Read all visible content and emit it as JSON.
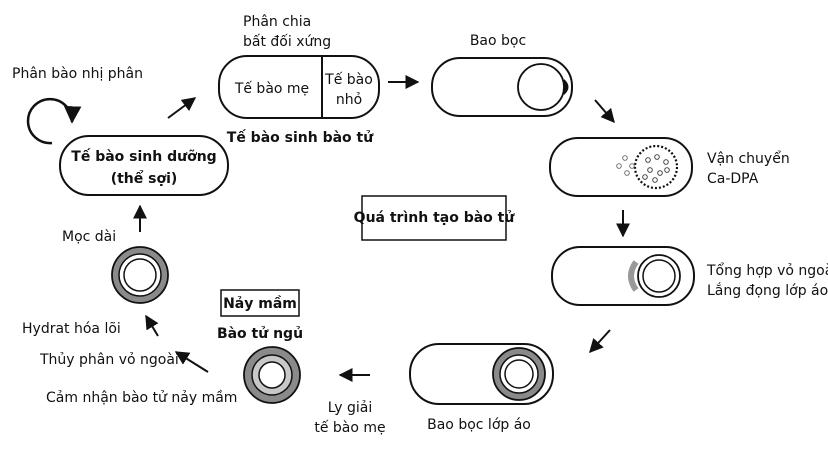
{
  "center_label": "Quá trình tạo bào tử",
  "stages": {
    "vegetative_cell": {
      "line1": "Tế bào sinh dưỡng",
      "line2": "(thể sợi)"
    },
    "binary_fission": "Phân bào nhị phân",
    "asymmetric_division": {
      "line1": "Phân chia",
      "line2": "bất đối xứng"
    },
    "mother_cell": "Tế bào mẹ",
    "small_cell": {
      "line1": "Tế bào",
      "line2": "nhỏ"
    },
    "sporangium": "Tế bào sinh bào tử",
    "engulfment": "Bao bọc",
    "ca_dpa": {
      "line1": "Vận chuyển",
      "line2": "Ca-DPA"
    },
    "coat_synthesis": {
      "line1": "Tổng hợp vỏ ngoài:",
      "line2": "Lắng đọng lớp áo"
    },
    "coat_engulfment": "Bao bọc lớp áo",
    "lysis": {
      "line1": "Ly giải",
      "line2": "tế bào mẹ"
    },
    "germination_box": "Nảy mầm",
    "dormant_spore": "Bào tử ngủ",
    "sensing": "Cảm nhận bào tử nảy mầm",
    "cortex_hydrolysis": "Thủy phân vỏ ngoài",
    "core_hydration": "Hydrat hóa lõi",
    "outgrowth": "Mọc dài"
  }
}
